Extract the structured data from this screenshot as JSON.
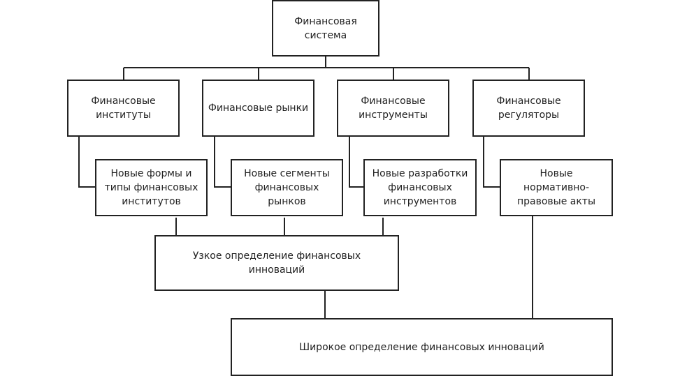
{
  "root": "Финансовая\nсистема",
  "level2": [
    "Финансовые\nинституты",
    "Финансовые рынки",
    "Финансовые\nинструменты",
    "Финансовые\nрегуляторы"
  ],
  "level3": [
    "Новые формы и\nтипы финансовых\nинститутов",
    "Новые сегменты\nфинансовых\nрынков",
    "Новые разработки\nфинансовых\nинструментов",
    "Новые\nнормативно-\nправовые акты"
  ],
  "narrow": "Узкое определение финансовых\nинноваций",
  "broad": "Широкое определение финансовых инноваций"
}
